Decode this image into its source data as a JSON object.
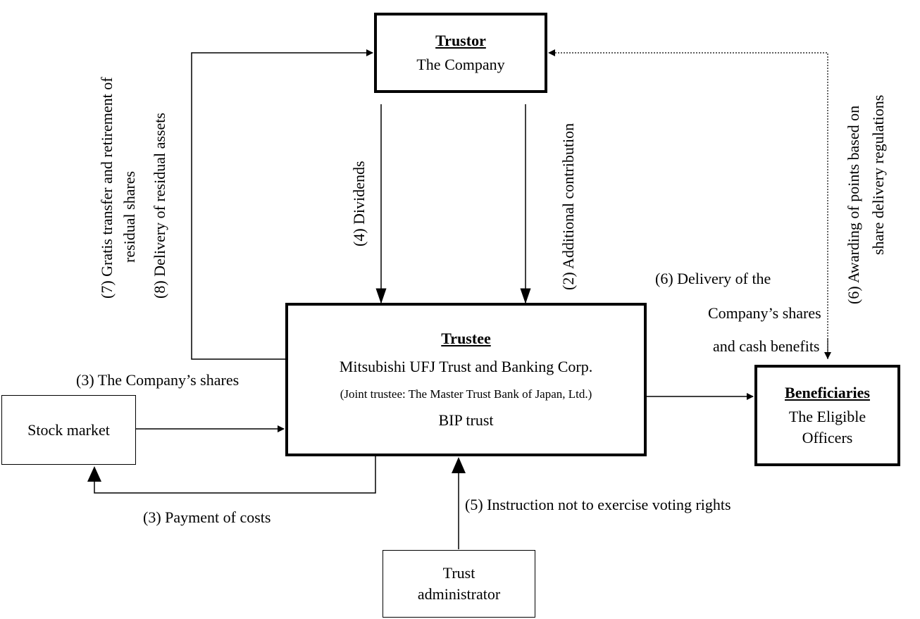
{
  "trustor": {
    "heading": "Trustor",
    "name": "The Company"
  },
  "trustee": {
    "heading": "Trustee",
    "name": "Mitsubishi UFJ Trust and Banking Corp.",
    "joint": "(Joint trustee: The Master Trust Bank of Japan, Ltd.)",
    "trust": "BIP trust"
  },
  "beneficiaries": {
    "heading": "Beneficiaries",
    "line1": "The Eligible",
    "line2": "Officers"
  },
  "stock_market": {
    "name": "Stock market"
  },
  "trust_admin": {
    "line1": "Trust",
    "line2": "administrator"
  },
  "labels": {
    "dividends": "(4) Dividends",
    "additional": "(2) Additional contribution",
    "gratis1": "(7) Gratis transfer and retirement of",
    "gratis2": "residual shares",
    "delivery_residual": "(8) Delivery of residual assets",
    "awarding1": "(6) Awarding of points based on",
    "awarding2": "share delivery regulations",
    "delivery1": "(6) Delivery of the",
    "delivery2": "Company’s shares",
    "delivery3": "and cash benefits",
    "shares": "(3) The Company’s shares",
    "payment": "(3) Payment of costs",
    "instruction": "(5)  Instruction not to exercise voting rights"
  }
}
